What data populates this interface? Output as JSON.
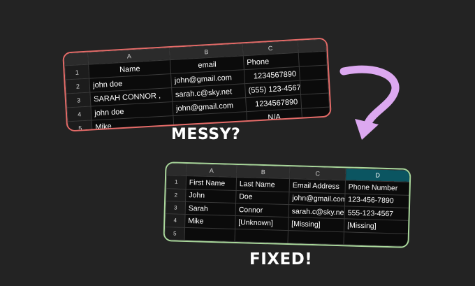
{
  "messy": {
    "label": "MESSY?",
    "columns": [
      "A",
      "B",
      "C"
    ],
    "rows": [
      {
        "num": "1",
        "a": "Name",
        "b": "email",
        "c": "Phone"
      },
      {
        "num": "2",
        "a": "john doe",
        "b": "john@gmail.com",
        "c": "1234567890"
      },
      {
        "num": "3",
        "a": "SARAH CONNOR ,",
        "b": "sarah.c@sky.net",
        "c": "(555) 123-4567"
      },
      {
        "num": "4",
        "a": "john doe",
        "b": "john@gmail.com",
        "c": "1234567890"
      },
      {
        "num": "5",
        "a": "Mike",
        "b": "",
        "c": "N/A"
      }
    ]
  },
  "fixed": {
    "label": "FIXED!",
    "columns": [
      "A",
      "B",
      "C",
      "D"
    ],
    "rows": [
      {
        "num": "1",
        "a": "First Name",
        "b": "Last Name",
        "c": "Email Address",
        "d": "Phone Number"
      },
      {
        "num": "2",
        "a": "John",
        "b": "Doe",
        "c": "john@gmail.com",
        "d": "123-456-7890"
      },
      {
        "num": "3",
        "a": "Sarah",
        "b": "Connor",
        "c": "sarah.c@sky.net",
        "d": "555-123-4567"
      },
      {
        "num": "4",
        "a": "Mike",
        "b": "[Unknown]",
        "c": "[Missing]",
        "d": "[Missing]"
      },
      {
        "num": "5",
        "a": "",
        "b": "",
        "c": "",
        "d": ""
      }
    ]
  },
  "colors": {
    "background": "#232323",
    "messy_border": "#e46b68",
    "fixed_border": "#a9d79b",
    "arrow": "#dca8f0",
    "active_header": "#0b5561"
  },
  "icons": {
    "arrow": "curved-arrow-icon"
  }
}
